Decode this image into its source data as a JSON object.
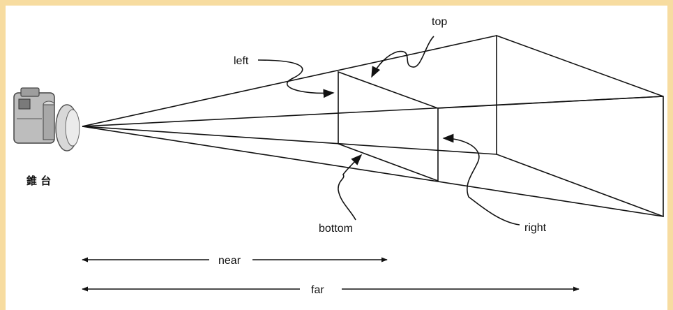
{
  "diagram": {
    "camera_caption": "錐 台",
    "labels": {
      "left": "left",
      "top": "top",
      "bottom": "bottom",
      "right": "right",
      "near": "near",
      "far": "far"
    }
  },
  "colors": {
    "frame": "#f7dca0",
    "panel": "#ffffff",
    "ink": "#111111"
  }
}
